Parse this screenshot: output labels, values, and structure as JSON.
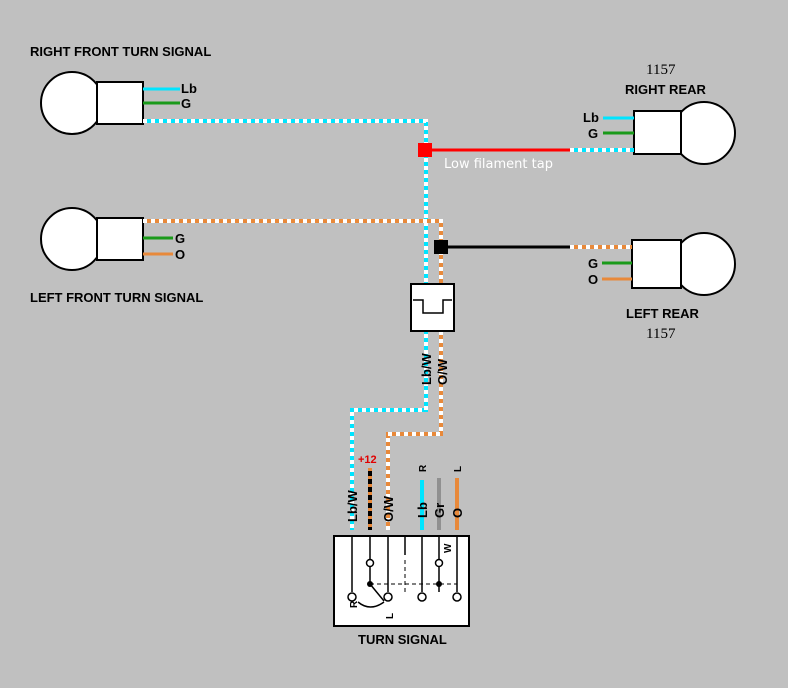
{
  "labels": {
    "right_front": "RIGHT FRONT TURN SIGNAL",
    "left_front": "LEFT FRONT TURN SIGNAL",
    "right_rear": "RIGHT REAR",
    "right_rear_bulb": "1157",
    "left_rear": "LEFT REAR",
    "left_rear_bulb": "1157",
    "low_filament_tap": "Low filament tap",
    "turn_signal": "TURN SIGNAL",
    "plus12": "+12"
  },
  "wires": {
    "rf_lb": "Lb",
    "rf_g": "G",
    "lf_g": "G",
    "lf_o": "O",
    "rr_lb": "Lb",
    "rr_g": "G",
    "lr_g": "G",
    "lr_o": "O",
    "trunk_lbw": "Lb/W",
    "trunk_ow": "O/W",
    "sw_lbw": "Lb/W",
    "sw_ow": "O/W",
    "sw_lb": "Lb",
    "sw_gr": "Gr",
    "sw_o": "O",
    "sw_top_r": "R",
    "sw_top_l": "L",
    "sw_r": "R",
    "sw_l": "L",
    "sw_w": "W"
  },
  "colors": {
    "background": "#c0c0c0",
    "light_blue": "#00e5ff",
    "green": "#1a9a1a",
    "orange": "#e8893a",
    "red": "#ff0000",
    "gray": "#909090",
    "black": "#000000",
    "white": "#ffffff"
  }
}
